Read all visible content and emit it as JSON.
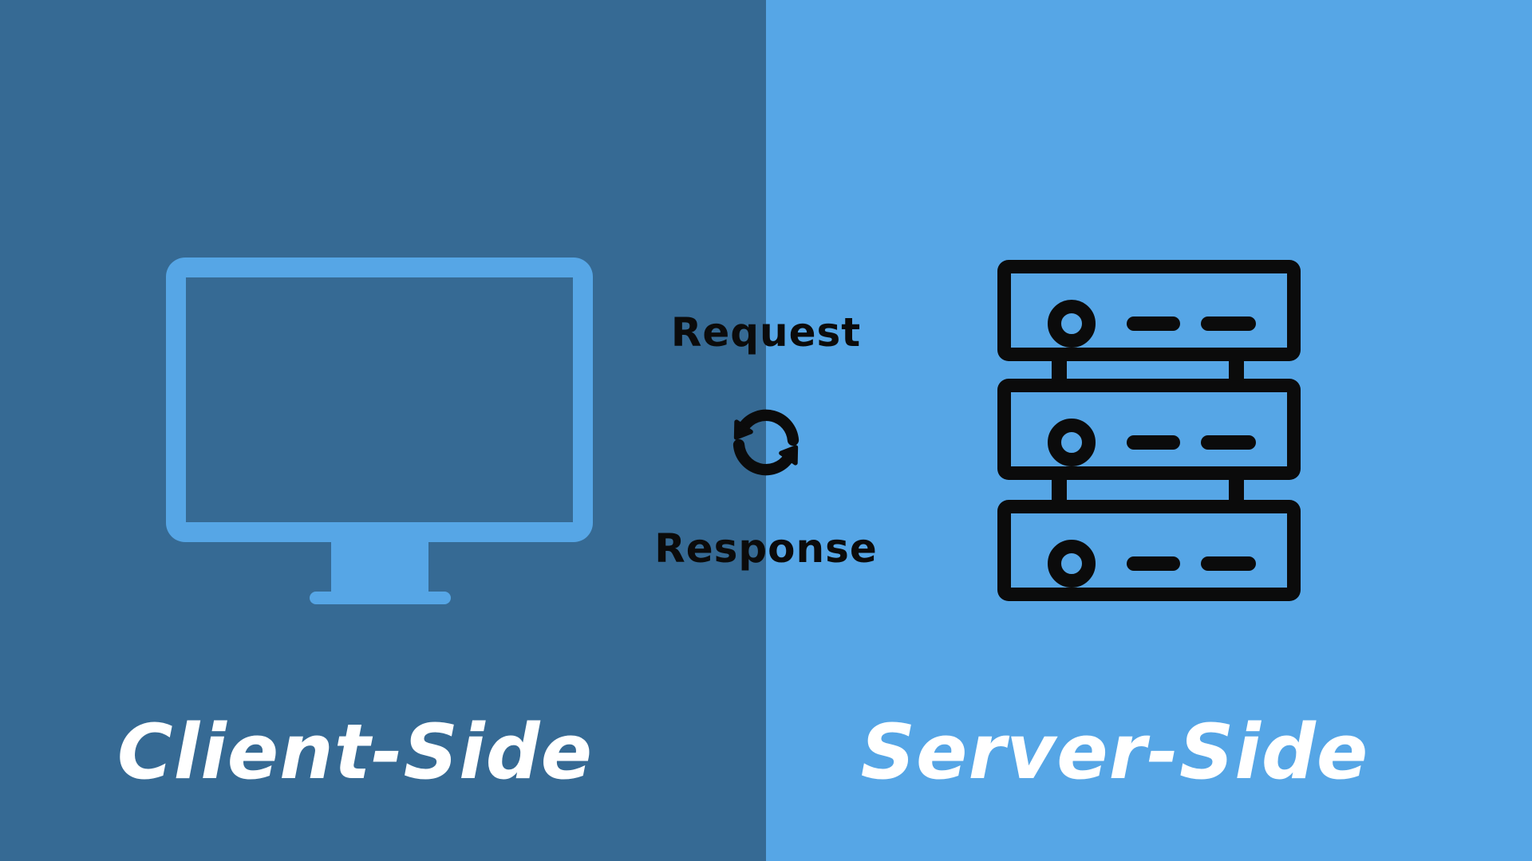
{
  "panels": {
    "left": {
      "title": "Client-Side",
      "background": "#366a94",
      "icon": "monitor-icon",
      "icon_color": "#56a6e6",
      "title_color": "#ffffff"
    },
    "right": {
      "title": "Server-Side",
      "background": "#56a6e6",
      "icon": "server-rack-icon",
      "icon_color": "#0b0b0b",
      "title_color": "#ffffff"
    }
  },
  "center": {
    "request_label": "Request",
    "response_label": "Response",
    "icon": "sync-arrows-icon",
    "text_color": "#0b0b0b"
  }
}
